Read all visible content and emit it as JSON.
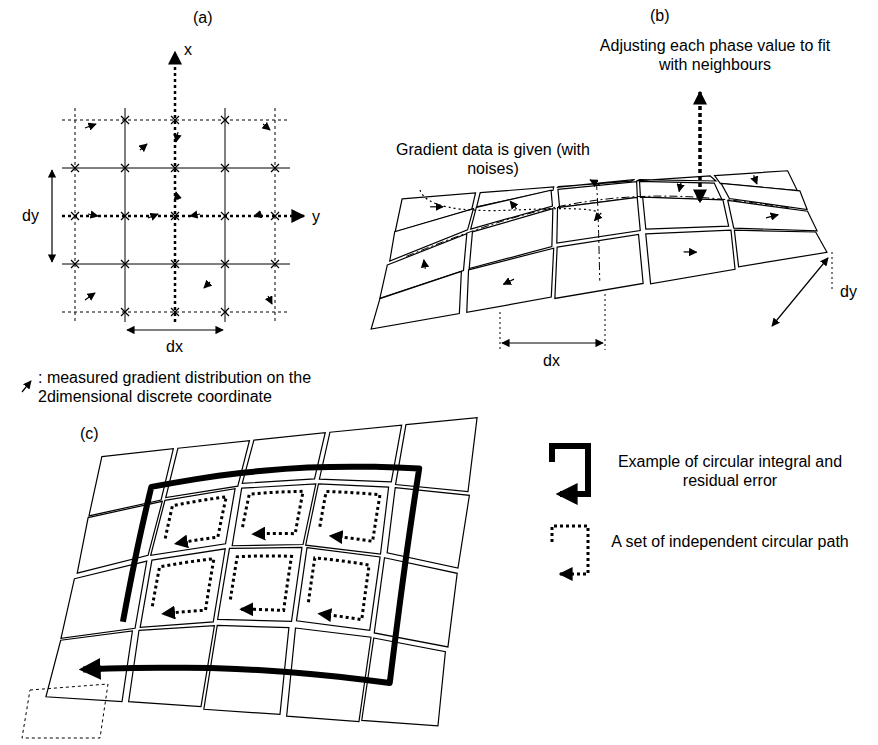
{
  "diagram": {
    "labels": [
      "(a)",
      "x",
      "dy",
      "y",
      "dx",
      "(b)",
      "Adjusting each phase value to fit with neighbours",
      "Gradient data is given (with noises)",
      "dx",
      "dy",
      "(c)"
    ],
    "legend": [
      {
        "text": ": measured gradient distribution on the 2dimensional discrete coordinate"
      },
      {
        "text": "Example of circular integral and residual error"
      },
      {
        "text": "A set of independent circular path"
      }
    ]
  }
}
